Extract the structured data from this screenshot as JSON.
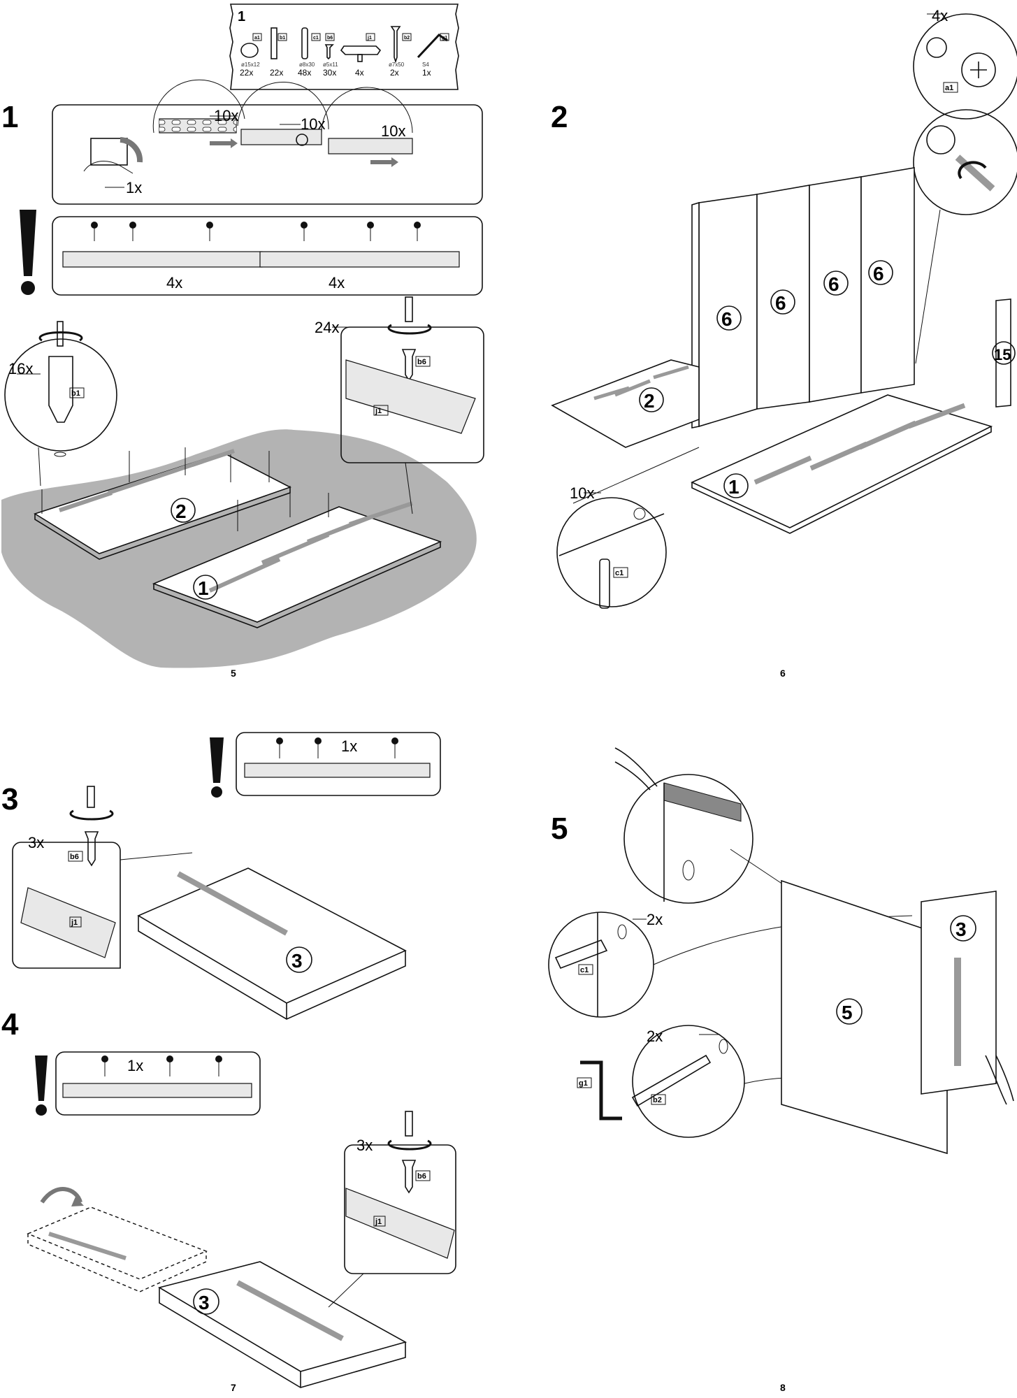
{
  "pages": [
    {
      "page_number": "5",
      "parts_box": {
        "step": "1",
        "parts": [
          {
            "code": "a1",
            "spec": "ø15x12",
            "qty": "22x"
          },
          {
            "code": "b1",
            "spec": "",
            "qty": "22x"
          },
          {
            "code": "c1",
            "spec": "ø8x30",
            "qty": "48x"
          },
          {
            "code": "b6",
            "spec": "ø5x11",
            "qty": "30x"
          },
          {
            "code": "j1",
            "spec": "",
            "qty": "4x"
          },
          {
            "code": "b2",
            "spec": "ø7x50",
            "qty": "2x"
          },
          {
            "code": "g1",
            "spec": "S4",
            "qty": "1x"
          }
        ]
      },
      "step": "1",
      "slide_counts": [
        "10x",
        "10x",
        "10x",
        "1x"
      ],
      "warning_counts": [
        "4x",
        "4x"
      ],
      "screw_detail": {
        "count": "24x",
        "screw": "b6",
        "rail": "j1"
      },
      "dowel_detail": {
        "count": "16x",
        "part": "b1"
      },
      "panels": [
        "2",
        "1"
      ]
    },
    {
      "page_number": "6",
      "step": "2",
      "cam_count": "4x",
      "cam_part": "a1",
      "dowel_count": "10x",
      "dowel_part": "c1",
      "back_panels": [
        "6",
        "6",
        "6",
        "6"
      ],
      "side_piece": "15",
      "panels": [
        "2",
        "1"
      ]
    },
    {
      "page_number": "7",
      "step_a": "3",
      "warning_count_a": "1x",
      "screw_detail": {
        "count": "3x",
        "screw": "b6",
        "rail": "j1"
      },
      "panel": "3",
      "step_b": "4",
      "warning_count_b": "1x",
      "screw_detail_b": {
        "count": "3x",
        "screw": "b6",
        "rail": "j1"
      }
    },
    {
      "page_number": "8",
      "step": "5",
      "dowel_detail": {
        "count": "2x",
        "part": "c1"
      },
      "screw_detail": {
        "count": "2x",
        "part": "b2",
        "tool": "g1"
      },
      "panels": [
        "3",
        "5"
      ]
    }
  ]
}
